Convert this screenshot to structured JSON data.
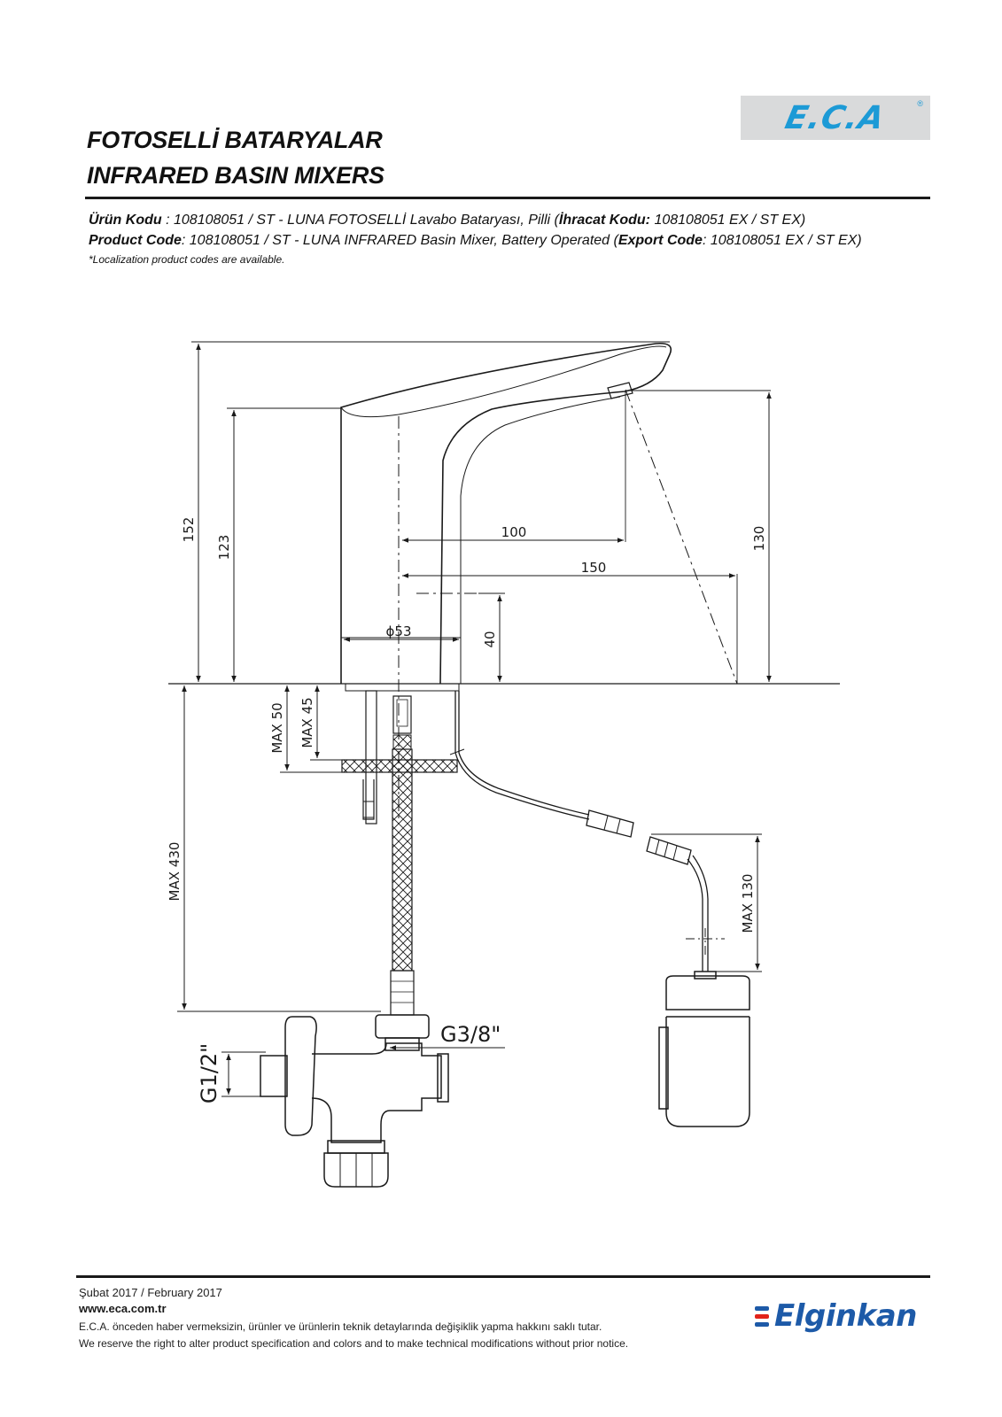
{
  "brand": {
    "logo_text": "E.C.A",
    "reg": "®"
  },
  "header": {
    "title_tr": "FOTOSELLİ BATARYALAR",
    "title_en": "INFRARED BASIN MIXERS"
  },
  "product": {
    "tr_label": "Ürün Kodu",
    "tr_text_a": " : 108108051 / ST - LUNA FOTOSELLİ Lavabo Bataryası, Pilli (",
    "tr_export_label": "İhracat Kodu:",
    "tr_text_b": " 108108051 EX / ST EX)",
    "en_label": "Product Code",
    "en_text_a": ": 108108051 / ST - LUNA INFRARED Basin Mixer, Battery Operated (",
    "en_export_label": "Export Code",
    "en_text_b": ": 108108051 EX / ST EX)",
    "note": "*Localization product codes are available."
  },
  "drawing": {
    "dim_152": "152",
    "dim_123": "123",
    "dim_100": "100",
    "dim_150": "150",
    "dim_130": "130",
    "dim_40": "40",
    "dim_d53": "ϕ53",
    "dim_max50": "MAX 50",
    "dim_max45": "MAX 45",
    "dim_max430": "MAX 430",
    "dim_max130": "MAX 130",
    "dim_g38": "G3/8\"",
    "dim_g12": "G1/2\""
  },
  "footer": {
    "date": "Şubat 2017 / February 2017",
    "website": "www.eca.com.tr",
    "notice_tr": "E.C.A. önceden haber vermeksizin, ürünler ve ürünlerin teknik detaylarında değişiklik yapma hakkını saklı tutar.",
    "notice_en": "We reserve the right to alter product specification and colors and to make technical modifications without prior notice.",
    "partner_logo": "Elginkan"
  },
  "colors": {
    "eca_blue": "#1c9ad6",
    "elginkan_blue": "#1d5aa8",
    "elginkan_red": "#e2231a",
    "logo_box_gray": "#d9dadb"
  }
}
